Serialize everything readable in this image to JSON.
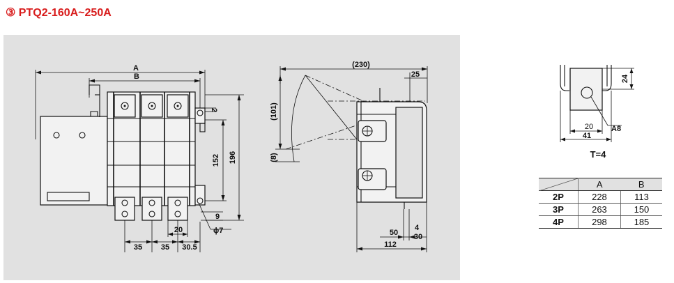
{
  "title": {
    "num": "③",
    "model": "PTQ2",
    "range": "-160A~250A"
  },
  "front_view": {
    "dim_A": "A",
    "dim_B": "B",
    "dim_2": "2",
    "dim_152": "152",
    "dim_196": "196",
    "dim_9": "9",
    "dim_phi7": "ϕ7",
    "dim_20": "20",
    "dim_35a": "35",
    "dim_35b": "35",
    "dim_305": "30.5"
  },
  "side_view": {
    "dim_230": "(230)",
    "dim_25": "25",
    "dim_101": "(101)",
    "dim_8": "(8)",
    "dim_50": "50",
    "dim_4": "4",
    "dim_30": "30",
    "dim_112": "112"
  },
  "terminal_view": {
    "dim_24": "24",
    "dim_20": "20",
    "dim_41": "41",
    "dim_A8": "A8",
    "thickness": "T=4"
  },
  "table": {
    "headers": [
      "A",
      "B"
    ],
    "rows": [
      {
        "pole": "2P",
        "A": "228",
        "B": "113"
      },
      {
        "pole": "3P",
        "A": "263",
        "B": "150"
      },
      {
        "pole": "4P",
        "A": "298",
        "B": "185"
      }
    ]
  }
}
